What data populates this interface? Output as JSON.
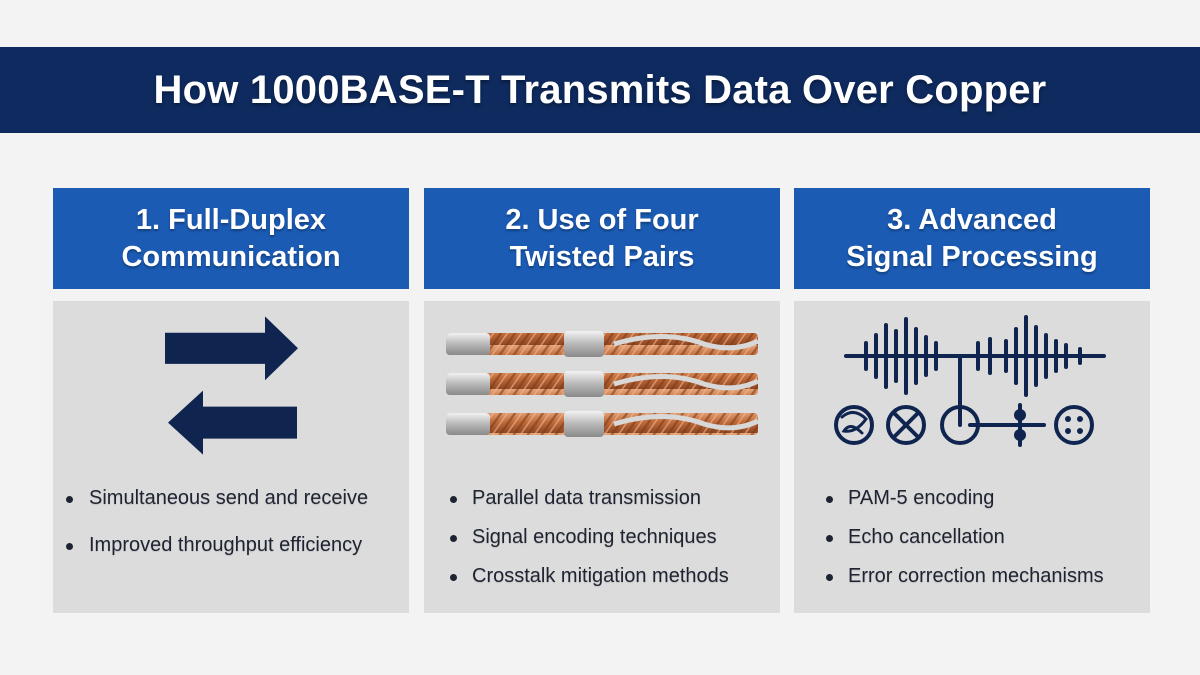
{
  "title": "How 1000BASE-T Transmits Data Over Copper",
  "colors": {
    "title_bar": "#0e2a5e",
    "header": "#1b5bb4",
    "panel": "#dcdcdd",
    "icon": "#0f2550",
    "copper": "#c77a4a"
  },
  "columns": [
    {
      "header_line1": "1. Full-Duplex",
      "header_line2": "Communication",
      "icon": "bidirectional-arrows-icon",
      "bullets": [
        "Simultaneous send and receive",
        "Improved throughput efficiency"
      ]
    },
    {
      "header_line1": "2. Use of Four",
      "header_line2": "Twisted Pairs",
      "icon": "twisted-pair-cables-icon",
      "bullets": [
        "Parallel data transmission",
        "Signal encoding techniques",
        "Crosstalk mitigation methods"
      ]
    },
    {
      "header_line1": "3. Advanced",
      "header_line2": "Signal Processing",
      "icon": "signal-waveform-icon",
      "bullets": [
        "PAM-5 encoding",
        "Echo cancellation",
        "Error correction mechanisms"
      ]
    }
  ]
}
